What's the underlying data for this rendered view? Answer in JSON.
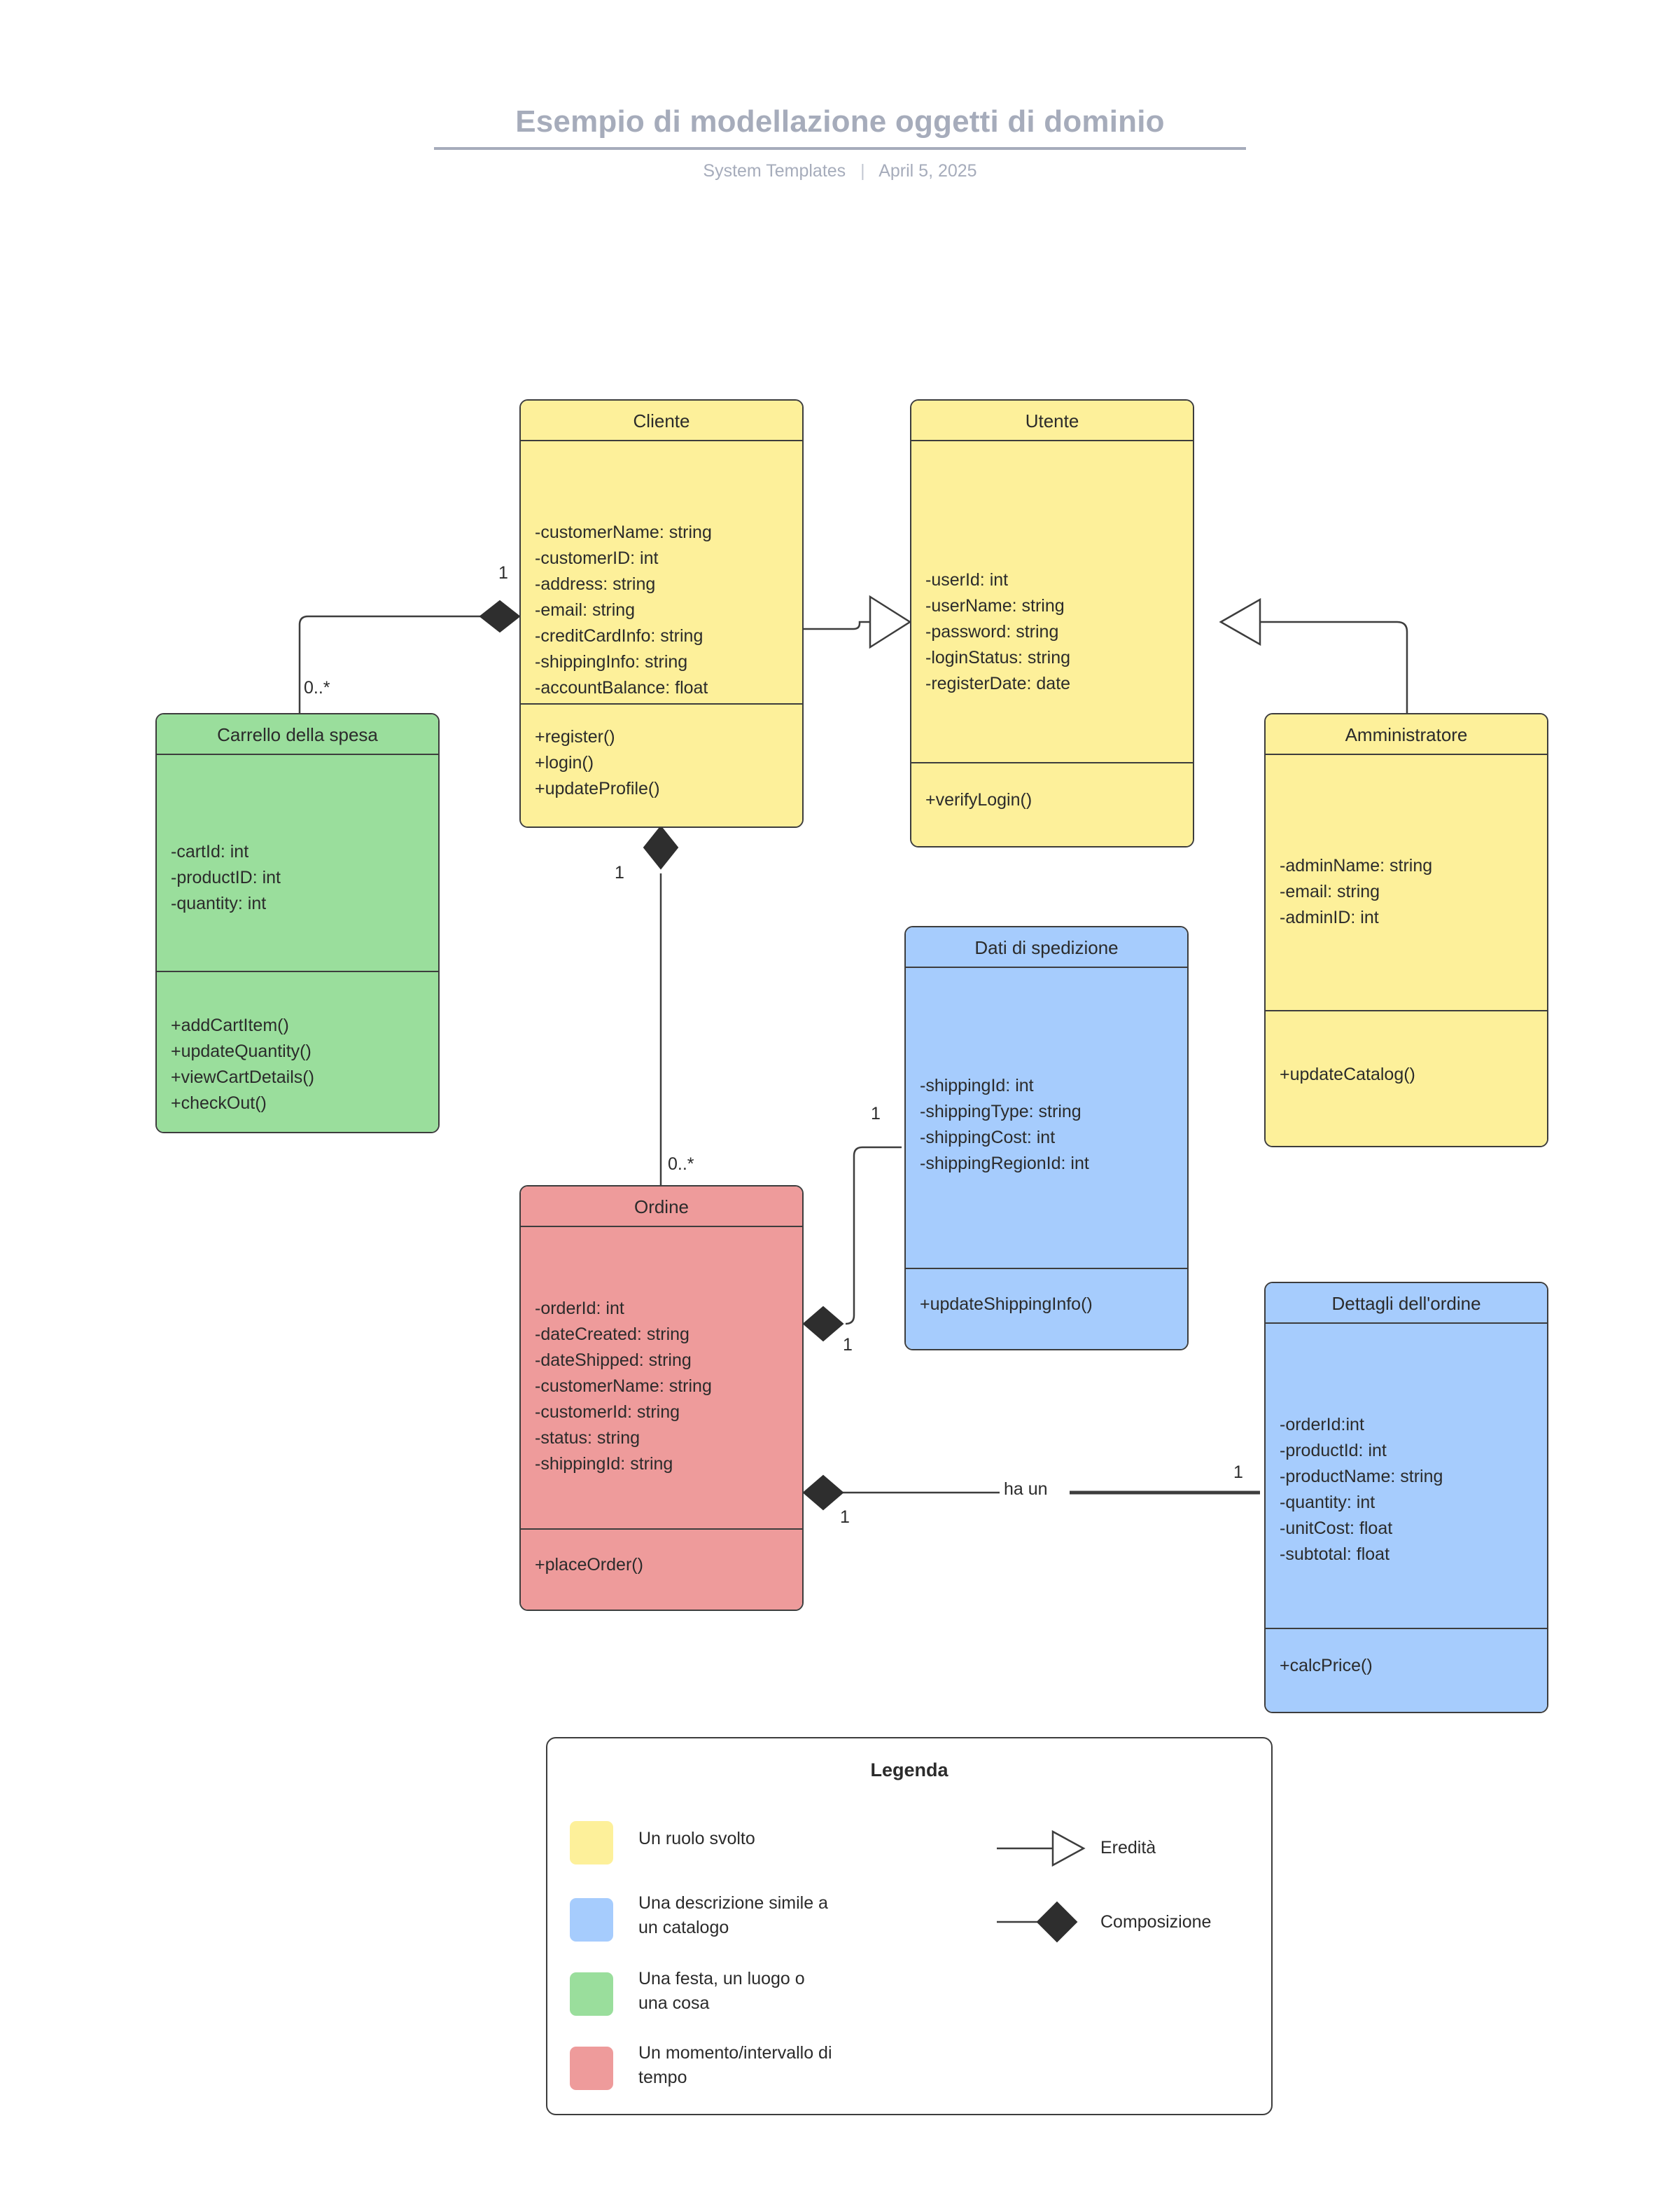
{
  "header": {
    "title": "Esempio di modellazione oggetti di dominio",
    "author": "System Templates",
    "date": "April 5, 2025",
    "separator": "|"
  },
  "colors": {
    "yellow": "#fdf09a",
    "green": "#9ade9c",
    "blue": "#a6ccfd",
    "red": "#ee9b9b",
    "stroke": "#3d3d3d",
    "title_gray": "#a6acbb"
  },
  "classes": {
    "cliente": {
      "name": "Cliente",
      "attributes": "-customerName: string\n-customerID: int\n-address: string\n-email: string\n-creditCardInfo: string\n-shippingInfo: string\n-accountBalance: float",
      "operations": "+register()\n+login()\n+updateProfile()"
    },
    "utente": {
      "name": "Utente",
      "attributes": "-userId: int\n-userName: string\n-password: string\n-loginStatus: string\n-registerDate: date",
      "operations": "+verifyLogin()"
    },
    "carrello": {
      "name": "Carrello della spesa",
      "attributes": "-cartId: int\n-productID: int\n-quantity: int",
      "operations": "+addCartItem()\n+updateQuantity()\n+viewCartDetails()\n+checkOut()"
    },
    "amministratore": {
      "name": "Amministratore",
      "attributes": "-adminName: string\n-email: string\n-adminID: int",
      "operations": "+updateCatalog()"
    },
    "spedizione": {
      "name": "Dati di spedizione",
      "attributes": "-shippingId: int\n-shippingType: string\n-shippingCost: int\n-shippingRegionId: int",
      "operations": "+updateShippingInfo()"
    },
    "ordine": {
      "name": "Ordine",
      "attributes": "-orderId: int\n-dateCreated: string\n-dateShipped: string\n-customerName: string\n-customerId: string\n-status: string\n-shippingId: string",
      "operations": "+placeOrder()"
    },
    "dettagli": {
      "name": "Dettagli dell'ordine",
      "attributes": "-orderId:int\n-productId: int\n-productName: string\n-quantity: int\n-unitCost: float\n-subtotal: float",
      "operations": "+calcPrice()"
    }
  },
  "relations": {
    "cliente_carrello": {
      "source_mult": "1",
      "target_mult": "0..*"
    },
    "cliente_ordine": {
      "source_mult": "1",
      "target_mult": "0..*"
    },
    "ordine_spedizione": {
      "source_mult": "1",
      "target_mult": "1"
    },
    "ordine_dettagli": {
      "label": "ha un",
      "source_mult": "1",
      "target_mult": "1"
    }
  },
  "legend": {
    "title": "Legenda",
    "color_items": [
      {
        "swatch": "#fdf09a",
        "label": "Un ruolo svolto"
      },
      {
        "swatch": "#a6ccfd",
        "label": "Una descrizione simile a\nun catalogo"
      },
      {
        "swatch": "#9ade9c",
        "label": "Una festa, un luogo o\nuna cosa"
      },
      {
        "swatch": "#ee9b9b",
        "label": "Un momento/intervallo di\ntempo"
      }
    ],
    "relation_items": [
      {
        "icon": "inheritance-arrow-icon",
        "label": "Eredità"
      },
      {
        "icon": "composition-diamond-icon",
        "label": "Composizione"
      }
    ]
  }
}
